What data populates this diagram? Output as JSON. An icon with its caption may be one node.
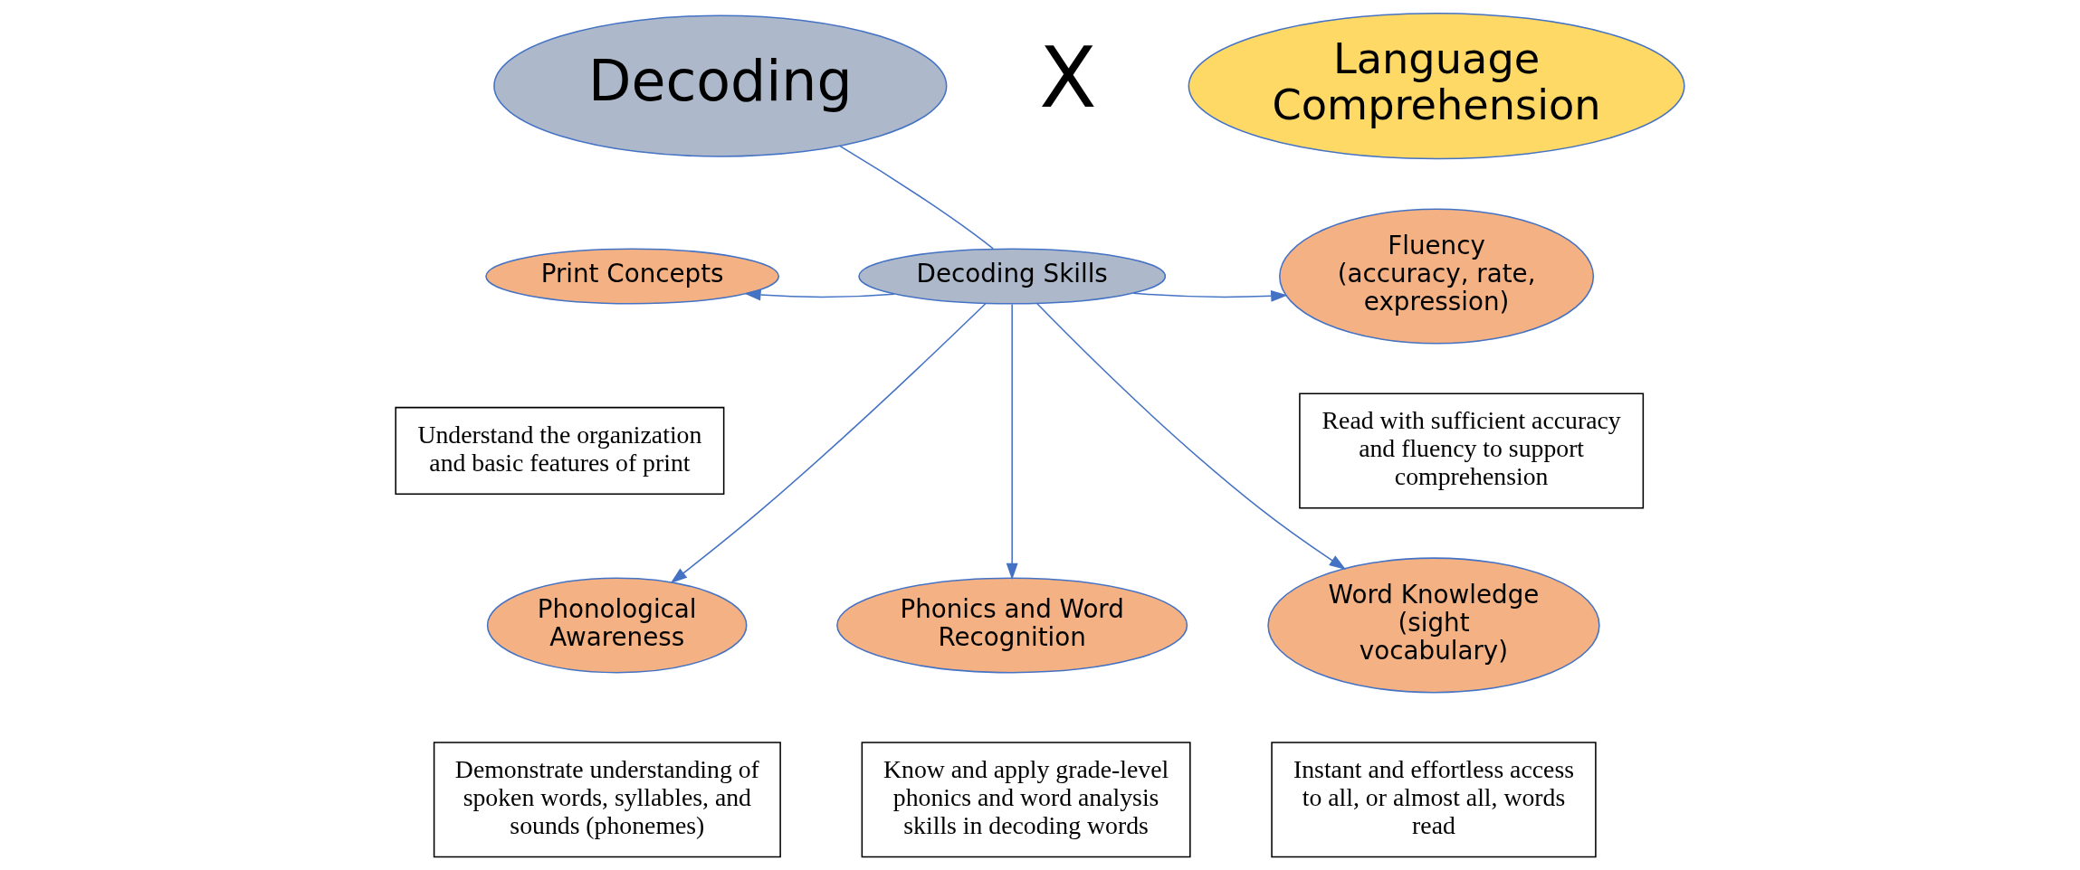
{
  "diagram": {
    "nodes": [
      {
        "text": [
          "Decoding"
        ]
      },
      {
        "text": [
          "Language Comprehension"
        ]
      },
      {
        "text": [
          "Decoding Skills"
        ]
      },
      {
        "text": [
          "Print Concepts"
        ]
      },
      {
        "text": [
          "Understand the organization and basic features of print"
        ]
      },
      {
        "text": [
          "Phonological Awareness"
        ]
      },
      {
        "text": [
          "Demonstrate understanding of spoken words, syllables, and sounds (phonemes)"
        ]
      },
      {
        "text": [
          "Phonics and Word Recognition"
        ]
      },
      {
        "text": [
          "Know and apply grade-level phonics and word analysis skills in decoding words"
        ]
      },
      {
        "text": [
          "Fluency (accuracy, rate, expression)"
        ]
      },
      {
        "text": [
          "Read with sufficient accuracy and fluency to support comprehension"
        ]
      },
      {
        "text": [
          "Word Knowledge (sight vocabulary)"
        ]
      },
      {
        "text": [
          "Instant and effortless access to all, or almost all, words read"
        ]
      }
    ],
    "edges": [
      {
        "from": 2,
        "to": 0,
        "arrow": "none"
      },
      {
        "from": 2,
        "to": 3,
        "arrow": "to"
      },
      {
        "from": 2,
        "to": 5,
        "arrow": "to"
      },
      {
        "from": 2,
        "to": 7,
        "arrow": "to"
      },
      {
        "from": 2,
        "to": 9,
        "arrow": "to"
      },
      {
        "from": 2,
        "to": 11,
        "arrow": "to"
      }
    ],
    "labels": [
      "X"
    ]
  }
}
